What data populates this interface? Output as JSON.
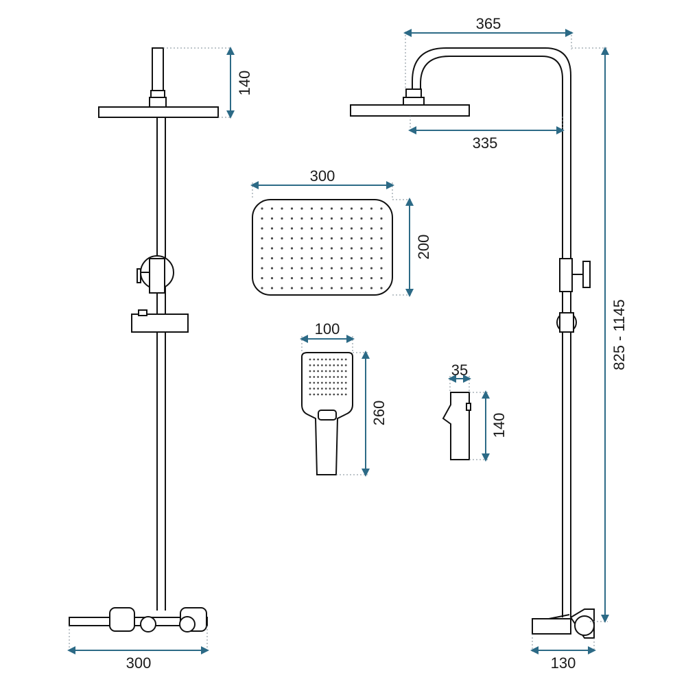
{
  "dimensions": {
    "head_arm_height": "140",
    "arm_reach": "365",
    "head_offset": "335",
    "rain_head_width": "300",
    "rain_head_depth": "200",
    "hand_shower_width": "100",
    "hand_shower_length": "260",
    "holder_width": "35",
    "holder_height": "140",
    "total_height": "825 - 1145",
    "mixer_width": "300",
    "mixer_depth": "130"
  },
  "colors": {
    "dimension_line": "#2c6a86",
    "outline": "#111111",
    "extension_line": "#7b8a93"
  }
}
